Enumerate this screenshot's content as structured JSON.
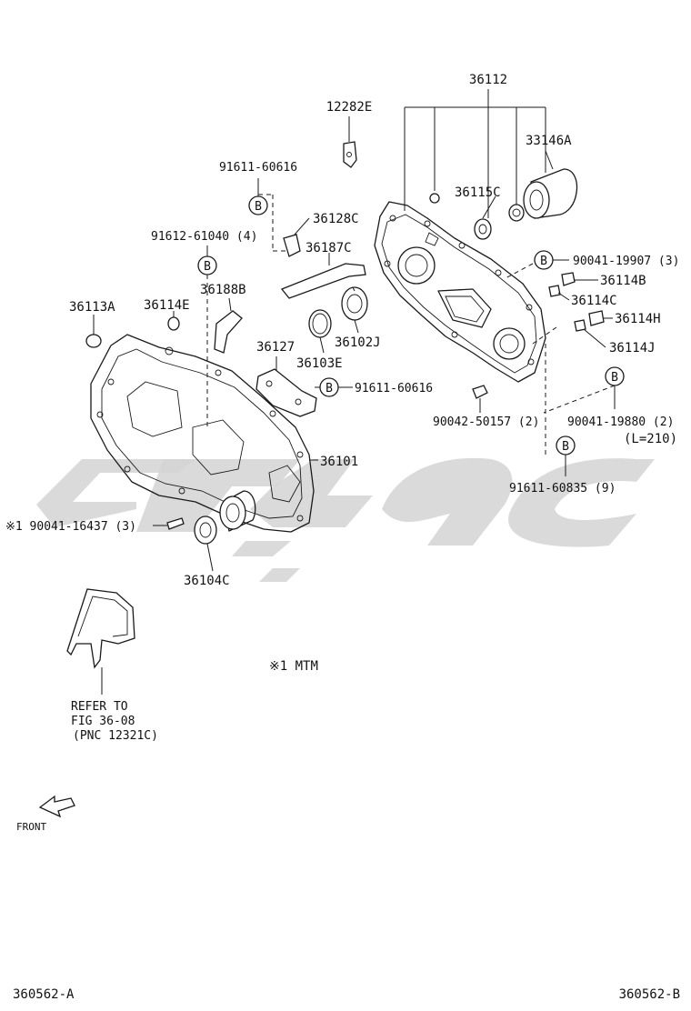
{
  "labels": {
    "p36112": "36112",
    "p12282E": "12282E",
    "p33146A": "33146A",
    "p91611_60616_top": "91611-60616",
    "p36115C": "36115C",
    "p36128C": "36128C",
    "p91612_61040": "91612-61040 (4)",
    "p36187C": "36187C",
    "p90041_19907": "90041-19907 (3)",
    "p36114B": "36114B",
    "p36188B": "36188B",
    "p36113A": "36113A",
    "p36114E": "36114E",
    "p36114C": "36114C",
    "p36114H": "36114H",
    "p36102J": "36102J",
    "p36127": "36127",
    "p36114J": "36114J",
    "p36103E": "36103E",
    "p91611_60616_mid": "91611-60616",
    "p90042_50157": "90042-50157 (2)",
    "p90041_19880": "90041-19880 (2)",
    "p_L210": "(L=210)",
    "p36101": "36101",
    "p91611_60835": "91611-60835 (9)",
    "p90041_16437": "※1 90041-16437 (3)",
    "p36104C": "36104C",
    "note_mtm": "※1 MTM",
    "refer_line1": "REFER TO",
    "refer_line2": "FIG 36-08",
    "refer_line3": "(PNC 12321C)",
    "front": "FRONT",
    "footer_left": "360562-A",
    "footer_right": "360562-B"
  },
  "callout_letter": "B"
}
